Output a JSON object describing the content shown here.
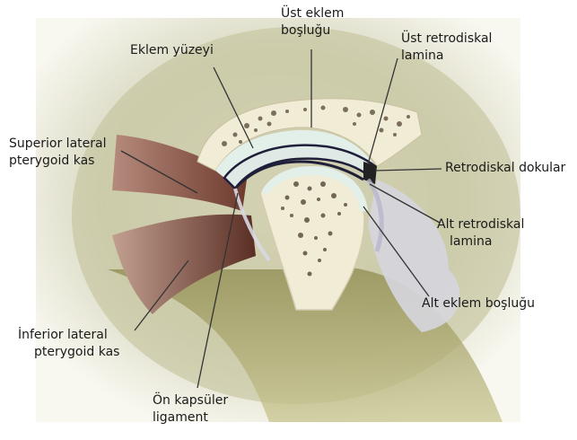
{
  "labels": {
    "ust_eklem_boslugu": [
      "Üst eklem",
      "boşluğu"
    ],
    "eklem_yuzeyi": [
      "Eklem yüzeyi"
    ],
    "ust_retrodiskal_lamina": [
      "Üst retrodiskal",
      "lamina"
    ],
    "superior_lateral_pterygoid": [
      "Superior lateral",
      "pterygoid kas"
    ],
    "retrodiskal_dokular": [
      "Retrodiskal dokular"
    ],
    "alt_retrodiskal_lamina": [
      "Alt retrodiskal",
      "lamina"
    ],
    "inferior_lateral_pterygoid": [
      "İnferior lateral",
      "pterygoid kas"
    ],
    "alt_eklem_boslugu": [
      "Alt eklem boşluğu"
    ],
    "on_kapsuler_ligament": [
      "Ön kapsüler",
      "ligament"
    ]
  },
  "colors": {
    "background": "#ffffff",
    "bone": "#f1ecd6",
    "bone_spots": "#4a3a2a",
    "joint_space": "#e3efe9",
    "disc_line": "#1f1f3a",
    "muscle": "#7a4a3c",
    "tissue": "#bfbf9a",
    "leader_line": "#333333"
  }
}
